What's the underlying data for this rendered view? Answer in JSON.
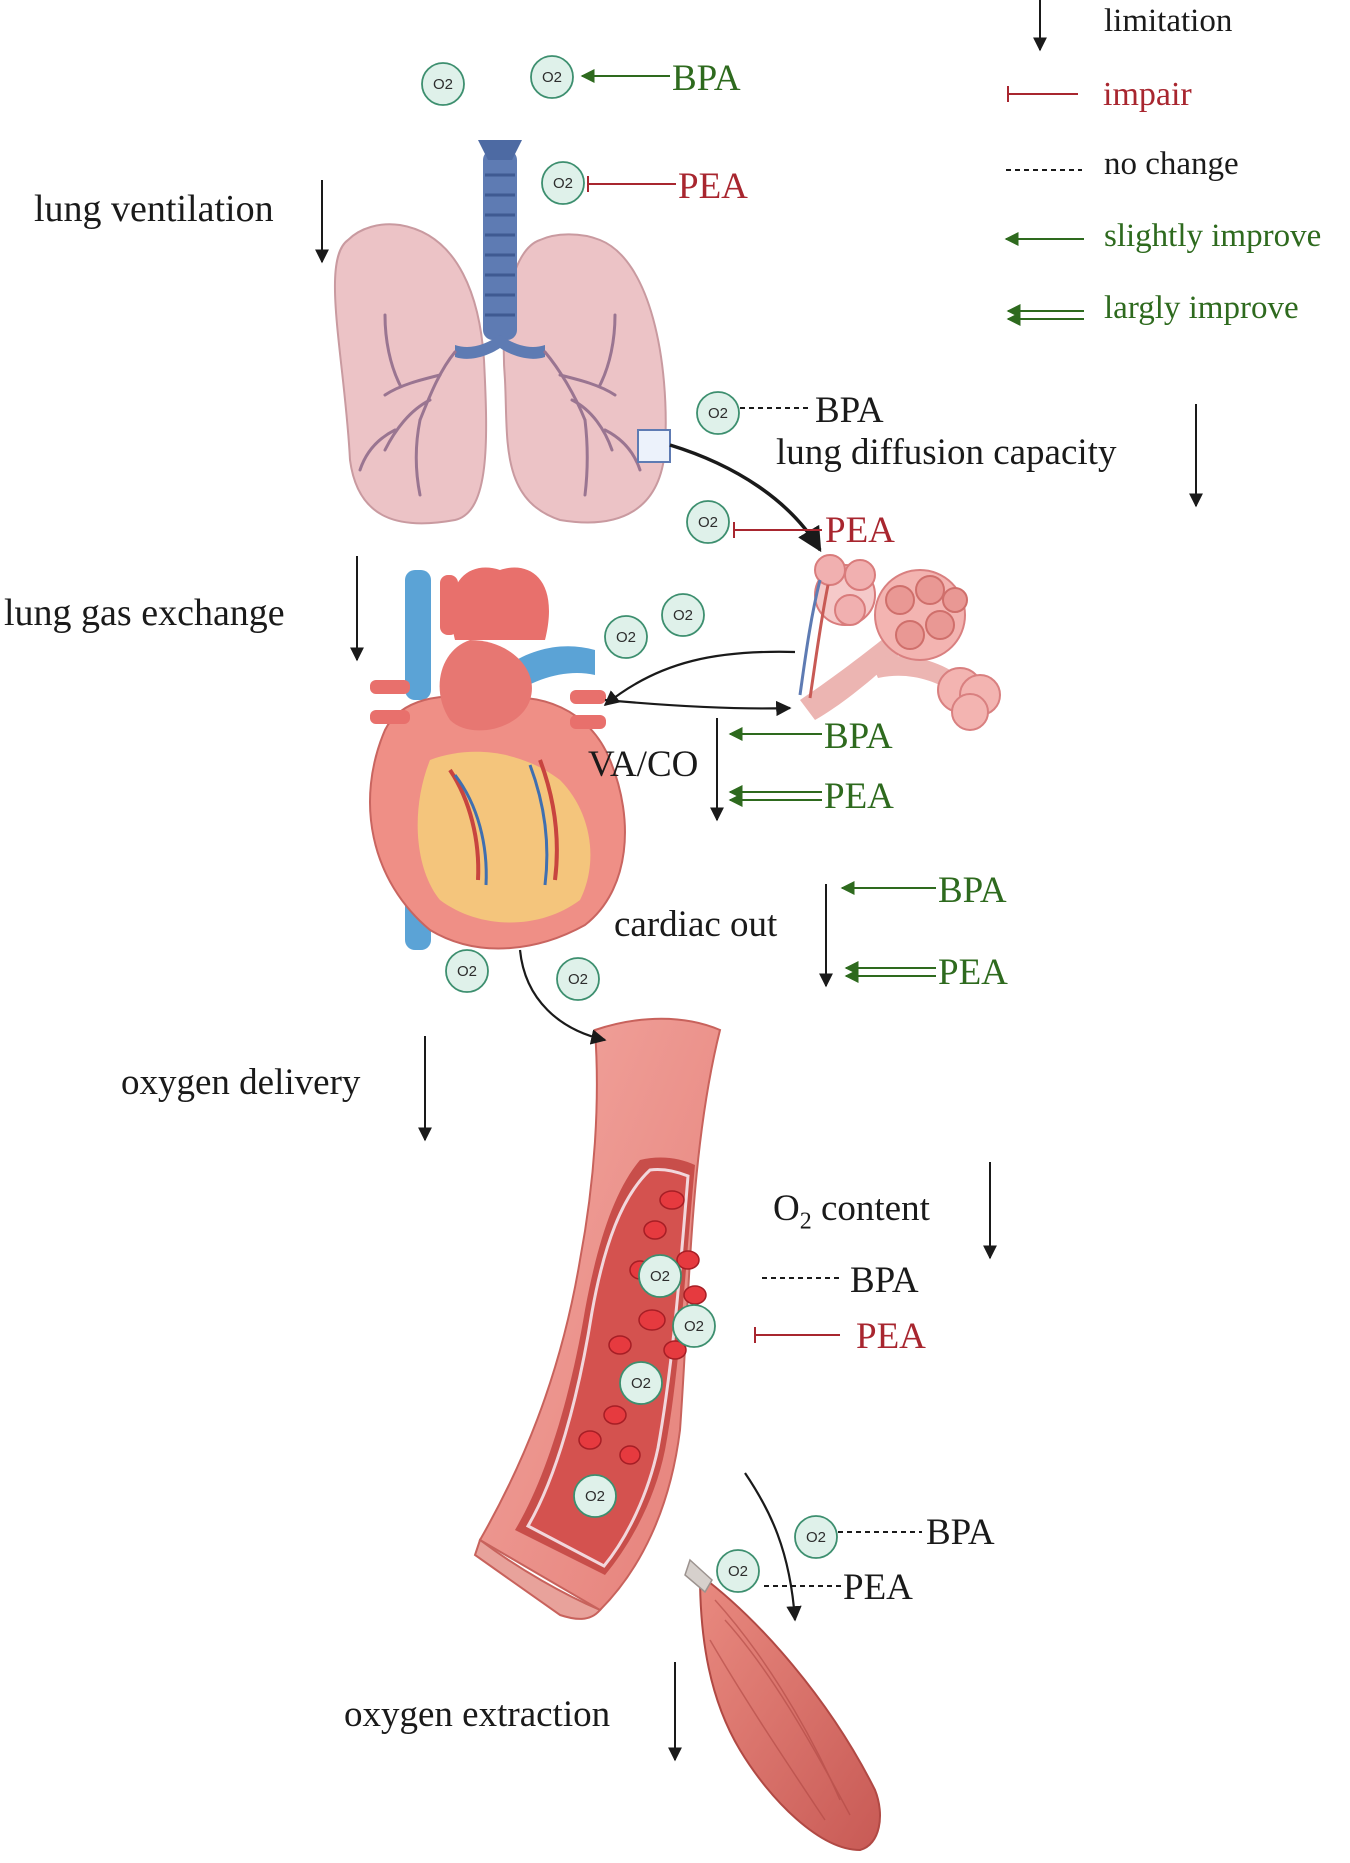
{
  "legend": {
    "limitation": "limitation",
    "impair": "impair",
    "no_change": "no change",
    "slightly_improve": "slightly improve",
    "largly_improve": "largly improve"
  },
  "stages": {
    "lung_ventilation": "lung ventilation",
    "lung_diffusion": "lung diffusion  capacity",
    "lung_gas_exchange": "lung  gas  exchange",
    "va_co": "VA/CO",
    "cardiac_out": "cardiac out",
    "oxygen_delivery": "oxygen delivery",
    "o2_content_o": "O",
    "o2_content_sub": "2",
    "o2_content_rest": " content",
    "oxygen_extraction": "oxygen extraction"
  },
  "treatments": {
    "bpa": "BPA",
    "pea": "PEA"
  },
  "bubble_label": "O2",
  "colors": {
    "impair": "#a8262f",
    "improve": "#2e6a1e",
    "neutral": "#1a1a1a",
    "o2_bubble_fill": "#dff1ea",
    "o2_bubble_stroke": "#3d8f6f"
  }
}
